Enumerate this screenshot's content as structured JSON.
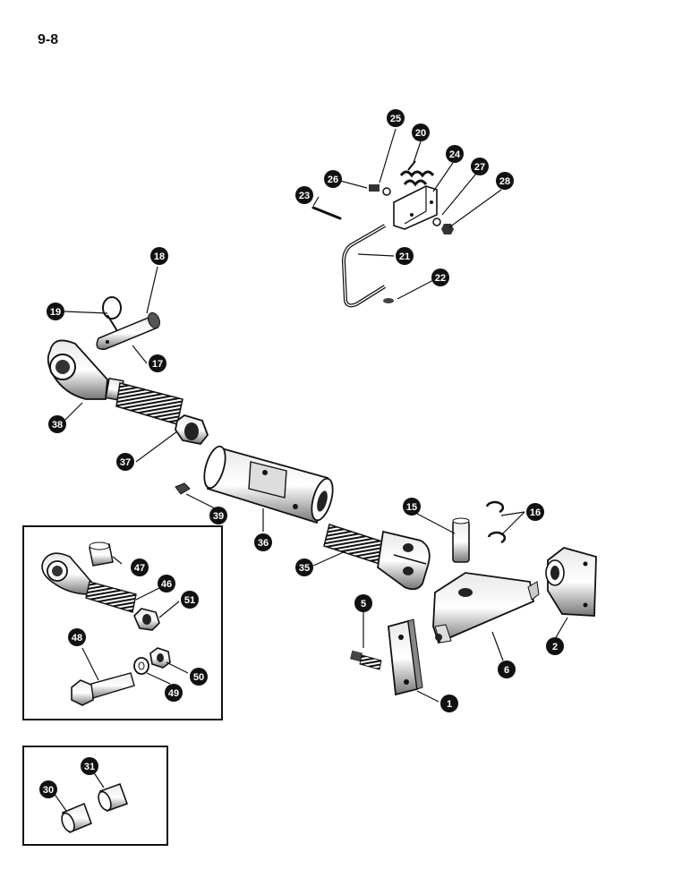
{
  "page": {
    "number": "9-8"
  },
  "callouts": {
    "c1": "1",
    "c2": "2",
    "c5": "5",
    "c6": "6",
    "c15": "15",
    "c16": "16",
    "c17": "17",
    "c18": "18",
    "c19": "19",
    "c20": "20",
    "c21": "21",
    "c22": "22",
    "c23": "23",
    "c24": "24",
    "c25": "25",
    "c26": "26",
    "c27": "27",
    "c28": "28",
    "c30": "30",
    "c31": "31",
    "c35": "35",
    "c36": "36",
    "c37": "37",
    "c38": "38",
    "c39": "39",
    "c46": "46",
    "c47": "47",
    "c48": "48",
    "c49": "49",
    "c50": "50",
    "c51": "51"
  }
}
